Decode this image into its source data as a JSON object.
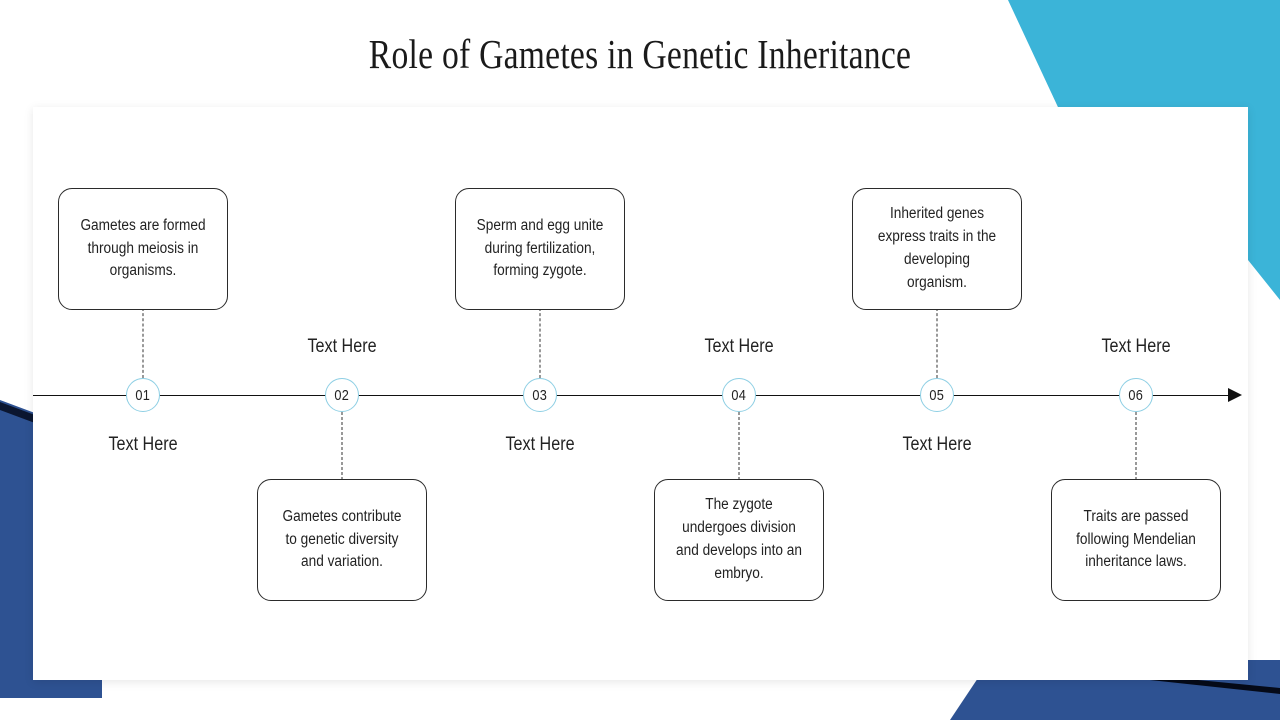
{
  "slide": {
    "title": "Role of Gametes in Genetic Inheritance",
    "accent_cyan": "#3bb4d8",
    "accent_navy": "#2e5292",
    "circle_border": "#8ecfe4",
    "line_color": "#111111"
  },
  "timeline": {
    "arrow_icon": "arrow-right-icon",
    "nodes": [
      {
        "number": "01",
        "caption": "Text Here",
        "caption_side": "below",
        "box_side": "above",
        "text": "Gametes are formed through meiosis in organisms."
      },
      {
        "number": "02",
        "caption": "Text Here",
        "caption_side": "above",
        "box_side": "below",
        "text": "Gametes contribute to genetic diversity and variation."
      },
      {
        "number": "03",
        "caption": "Text Here",
        "caption_side": "below",
        "box_side": "above",
        "text": "Sperm and egg unite during fertilization, forming zygote."
      },
      {
        "number": "04",
        "caption": "Text Here",
        "caption_side": "above",
        "box_side": "below",
        "text": "The zygote undergoes division and develops into an embryo."
      },
      {
        "number": "05",
        "caption": "Text Here",
        "caption_side": "below",
        "box_side": "above",
        "text": "Inherited genes express traits in the developing organism."
      },
      {
        "number": "06",
        "caption": "Text Here",
        "caption_side": "above",
        "box_side": "below",
        "text": "Traits are passed following Mendelian inheritance laws."
      }
    ]
  }
}
